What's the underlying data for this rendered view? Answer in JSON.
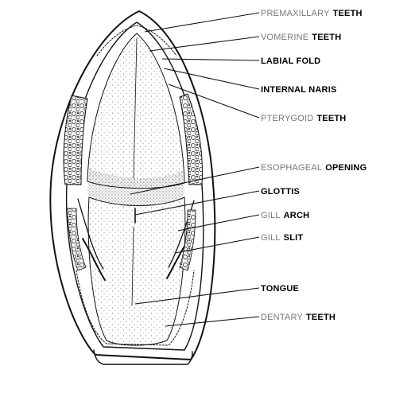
{
  "labels": [
    {
      "id": "premaxillary-teeth",
      "light": "PREMAXILLARY",
      "bold": "TEETH"
    },
    {
      "id": "vomerine-teeth",
      "light": "VOMERINE",
      "bold": "TEETH"
    },
    {
      "id": "labial-fold",
      "light": "",
      "bold": "LABIAL FOLD"
    },
    {
      "id": "internal-naris",
      "light": "",
      "bold": "INTERNAL NARIS"
    },
    {
      "id": "pterygoid-teeth",
      "light": "PTERYGOID",
      "bold": "TEETH"
    },
    {
      "id": "esophageal-opening",
      "light": "ESOPHAGEAL",
      "bold": "OPENING"
    },
    {
      "id": "glottis",
      "light": "",
      "bold": "GLOTTIS"
    },
    {
      "id": "gill-arch",
      "light": "GILL",
      "bold": "ARCH"
    },
    {
      "id": "gill-slit",
      "light": "GILL",
      "bold": "SLIT"
    },
    {
      "id": "tongue",
      "light": "",
      "bold": "TONGUE"
    },
    {
      "id": "dentary-teeth",
      "light": "DENTARY",
      "bold": "TEETH"
    }
  ]
}
